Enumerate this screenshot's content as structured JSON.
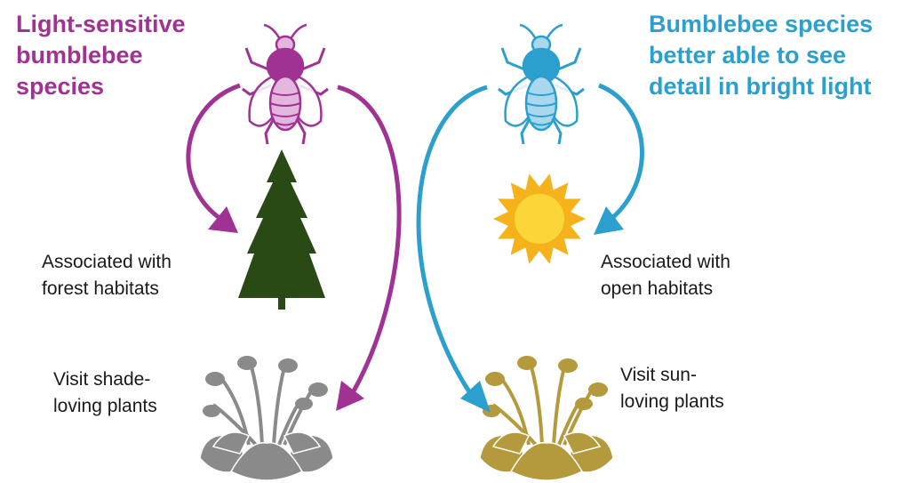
{
  "colors": {
    "purple": "#a03294",
    "purple_light": "#e3b6dd",
    "blue": "#2b9fce",
    "blue_light": "#a9d8ee",
    "tree": "#2a4a15",
    "sun_outer": "#f5b21b",
    "sun_inner": "#fbd638",
    "gray_plant": "#8a8a8a",
    "olive_plant": "#b49a3c"
  },
  "left": {
    "title_lines": [
      "Light-sensitive",
      "bumblebee",
      "species"
    ],
    "habitat_lines": [
      "Associated with",
      "forest habitats"
    ],
    "plants_lines": [
      "Visit shade-",
      "loving plants"
    ]
  },
  "right": {
    "title_lines": [
      "Bumblebee species",
      "better able to see",
      "detail in bright light"
    ],
    "habitat_lines": [
      "Associated with",
      "open habitats"
    ],
    "plants_lines": [
      "Visit sun-",
      "loving plants"
    ]
  },
  "icons": [
    "bee-icon",
    "conifer-tree-icon",
    "sun-icon",
    "plant-icon"
  ]
}
